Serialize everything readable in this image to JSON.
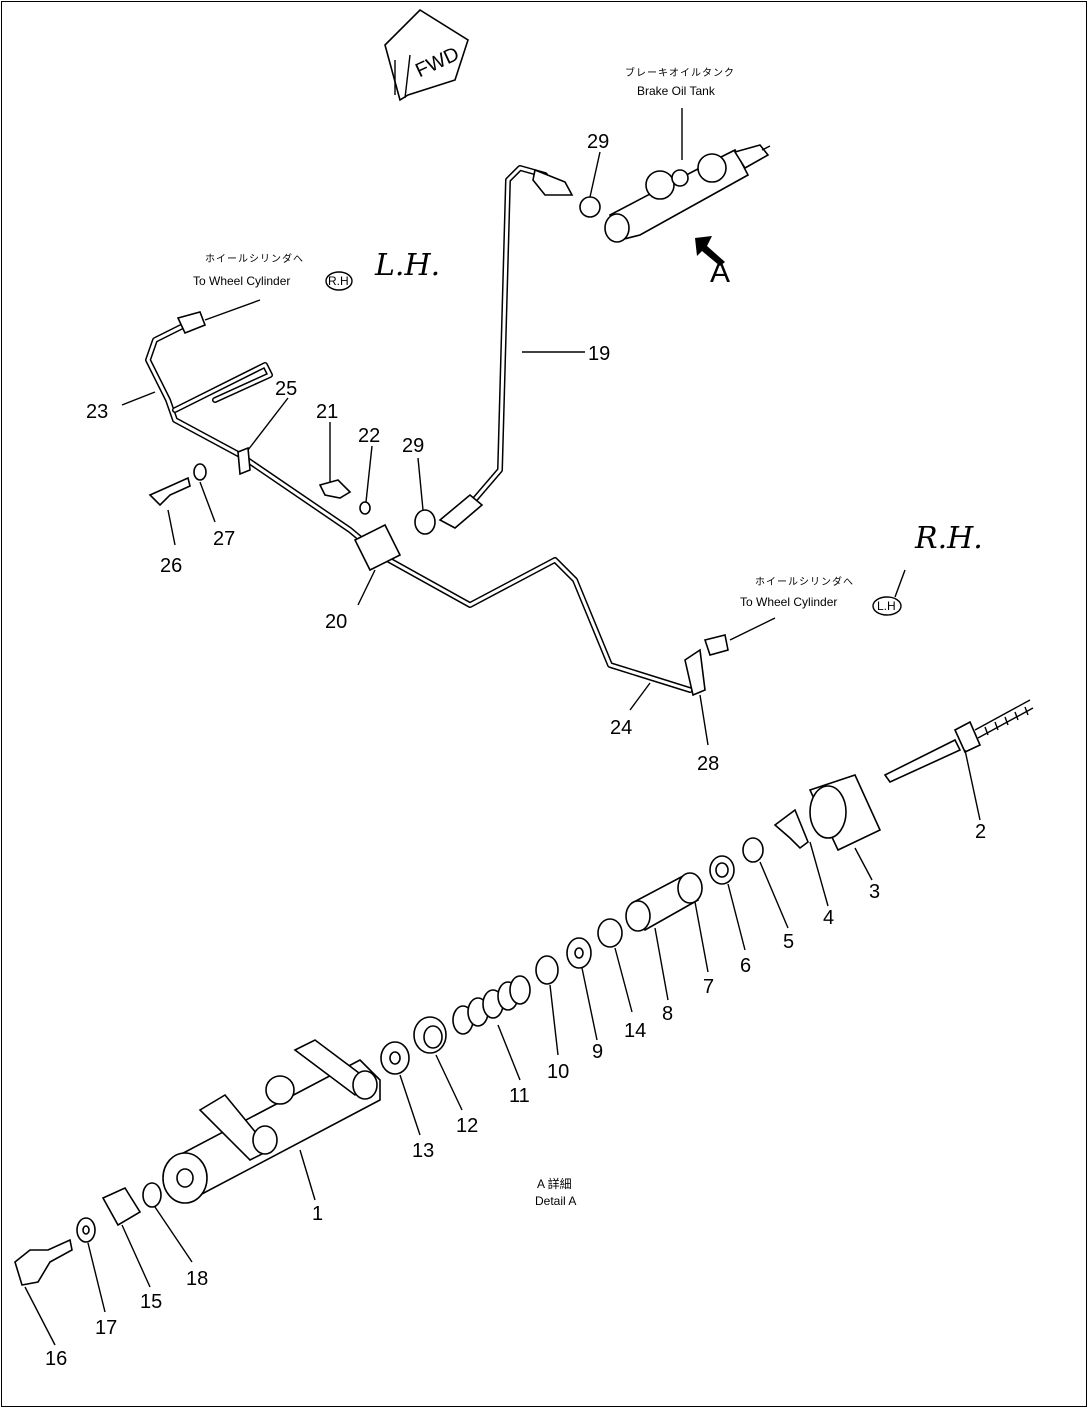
{
  "diagram": {
    "fwd_label": "FWD",
    "brake_tank_jp": "ブレーキオイルタンク",
    "brake_tank_en": "Brake Oil Tank",
    "wheel_lh_jp": "ホイールシリンダへ",
    "wheel_lh_en": "To Wheel Cylinder",
    "wheel_lh_badge": "R.H",
    "wheel_lh_hand": "L.H.",
    "wheel_rh_jp": "ホイールシリンダへ",
    "wheel_rh_en": "To Wheel Cylinder",
    "wheel_rh_badge": "L.H",
    "wheel_rh_hand": "R.H.",
    "view_arrow_label": "A",
    "detail_jp": "A 詳細",
    "detail_en": "Detail A",
    "callouts": [
      "1",
      "2",
      "3",
      "4",
      "5",
      "6",
      "7",
      "8",
      "9",
      "10",
      "11",
      "12",
      "13",
      "14",
      "15",
      "16",
      "17",
      "18",
      "19",
      "20",
      "21",
      "22",
      "23",
      "24",
      "25",
      "26",
      "27",
      "28",
      "29",
      "29"
    ]
  }
}
